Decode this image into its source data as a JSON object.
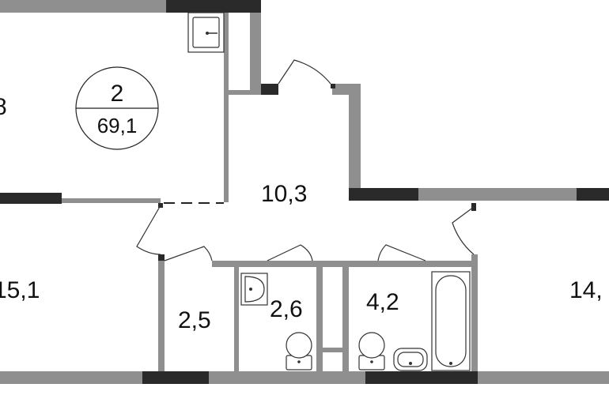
{
  "apartment": {
    "rooms_count": "2",
    "total_area": "69,1"
  },
  "rooms": {
    "room_top_left_partial": "8",
    "hall": "10,3",
    "room_left": "15,1",
    "closet": "2,5",
    "wc": "2,6",
    "bathroom": "4,2",
    "room_right_partial": "14,"
  }
}
